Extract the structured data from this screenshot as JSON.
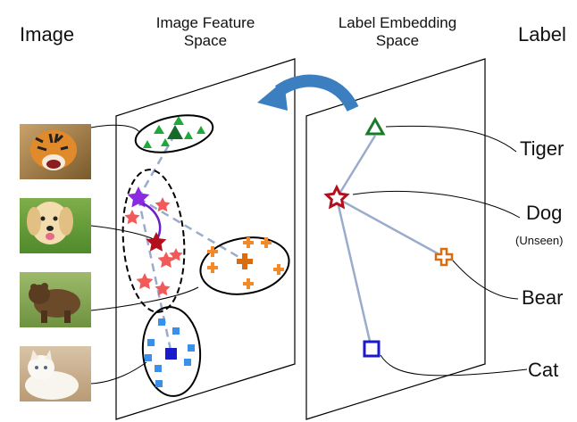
{
  "headers": {
    "image": "Image",
    "image_feature_space": [
      "Image Feature",
      "Space"
    ],
    "label_embedding_space": [
      "Label Embedding",
      "Space"
    ],
    "label": "Label"
  },
  "labels": {
    "tiger": "Tiger",
    "dog": "Dog",
    "unseen": "(Unseen)",
    "bear": "Bear",
    "cat": "Cat"
  },
  "thumbnails": [
    "tiger-photo",
    "dog-photo",
    "bear-photo",
    "cat-photo"
  ],
  "colors": {
    "tiger": "#1f9a3c",
    "tiger_dark": "#17692a",
    "dog": "#f25a5a",
    "dog_dark": "#b3101e",
    "dog_purple": "#8a2be2",
    "bear": "#f08a2a",
    "bear_dark": "#d96b10",
    "cat": "#3a8fe8",
    "cat_dark": "#1a1acc",
    "arrow": "#3b7fc0",
    "connector": "#9aaccc"
  }
}
